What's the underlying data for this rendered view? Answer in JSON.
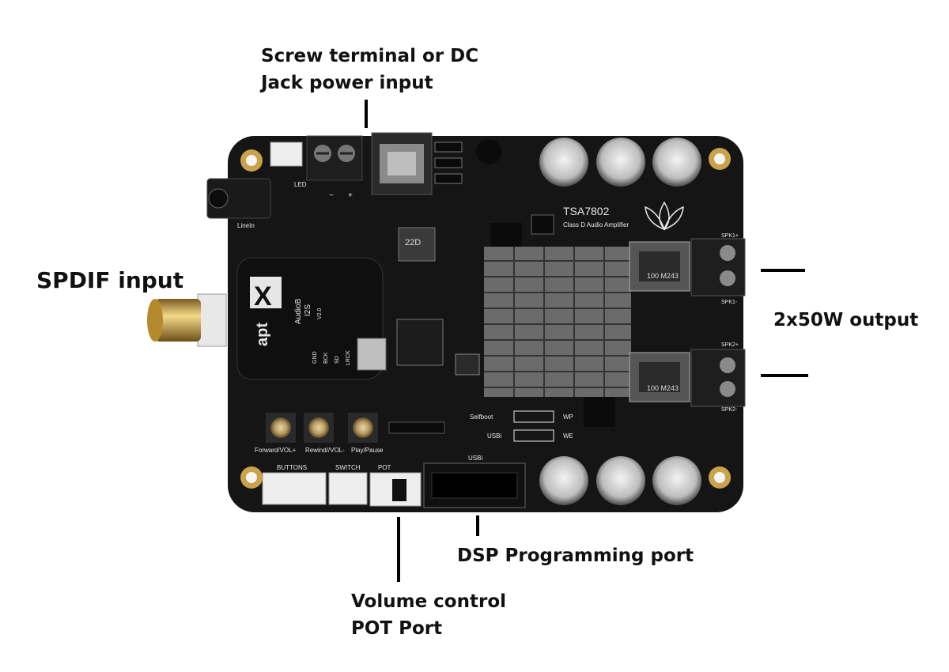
{
  "callouts": {
    "power_line1": "Screw terminal or DC",
    "power_line2": "Jack power input",
    "spdif": "SPDIF input",
    "output": "2x50W output",
    "dsp": "DSP Programming port",
    "volume_line1": "Volume control",
    "volume_line2": "POT Port"
  },
  "board": {
    "title": "TSA7802",
    "subtitle": "Class D Audio Amplifier",
    "led": "LED",
    "linein": "LineIn",
    "inductor_center": "22D",
    "inductor_top": "100\nM243",
    "inductor_bottom": "100\nM243",
    "spk1_plus": "SPK1+",
    "spk1_minus": "SPK1-",
    "spk2_plus": "SPK2+",
    "spk2_minus": "SPK2-",
    "selfboot": "Selfboot",
    "usbi_small": "USBi",
    "wp": "WP",
    "we": "WE",
    "usbi_header": "USBi",
    "buttons": "BUTTONS",
    "switch": "SWITCH",
    "pot": "POT",
    "btn1": "Forward/VOL+",
    "btn2": "Rewind//VOL-",
    "btn3": "Play/Pause",
    "module_brand": "apt",
    "module_name": "AudioB",
    "module_sub": "I2S",
    "module_ver": "V2.0",
    "module_pins": [
      "GND",
      "BCK",
      "SD",
      "LRCK"
    ],
    "plus": "+",
    "minus": "−"
  },
  "colors": {
    "pcb": "#151515",
    "silk": "#e6e6e6",
    "gold": "#c9a24a",
    "heatsink": "#6b6b6b"
  }
}
